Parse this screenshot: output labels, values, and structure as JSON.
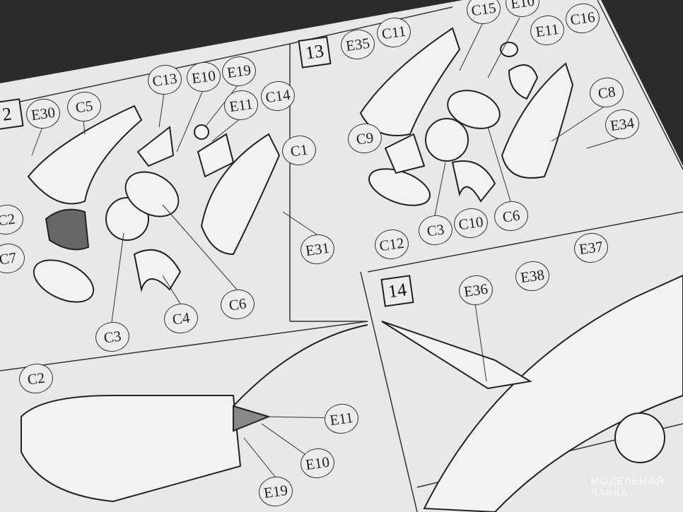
{
  "steps": {
    "step12": "2",
    "step13": "13",
    "step14": "14"
  },
  "step12_parts": [
    "E30",
    "C5",
    "C13",
    "E10",
    "E19",
    "E11",
    "C14",
    "C1",
    "C2",
    "C7",
    "E31",
    "C6",
    "C4",
    "C3"
  ],
  "step13_parts": [
    "E35",
    "C11",
    "C15",
    "E10",
    "E11",
    "C16",
    "C8",
    "E34",
    "C9",
    "C12",
    "C3",
    "C10",
    "C6"
  ],
  "step14_parts": [
    "E36",
    "E38",
    "E37"
  ],
  "detail_parts": [
    "C2",
    "E11",
    "E10",
    "E19"
  ],
  "watermark": {
    "line1": "МОДЕЛЬНАЯ",
    "line2": "ЛАВКА"
  },
  "colors": {
    "paper": "#e8e8e8",
    "background": "#2b2b2e",
    "ink": "#222222"
  }
}
